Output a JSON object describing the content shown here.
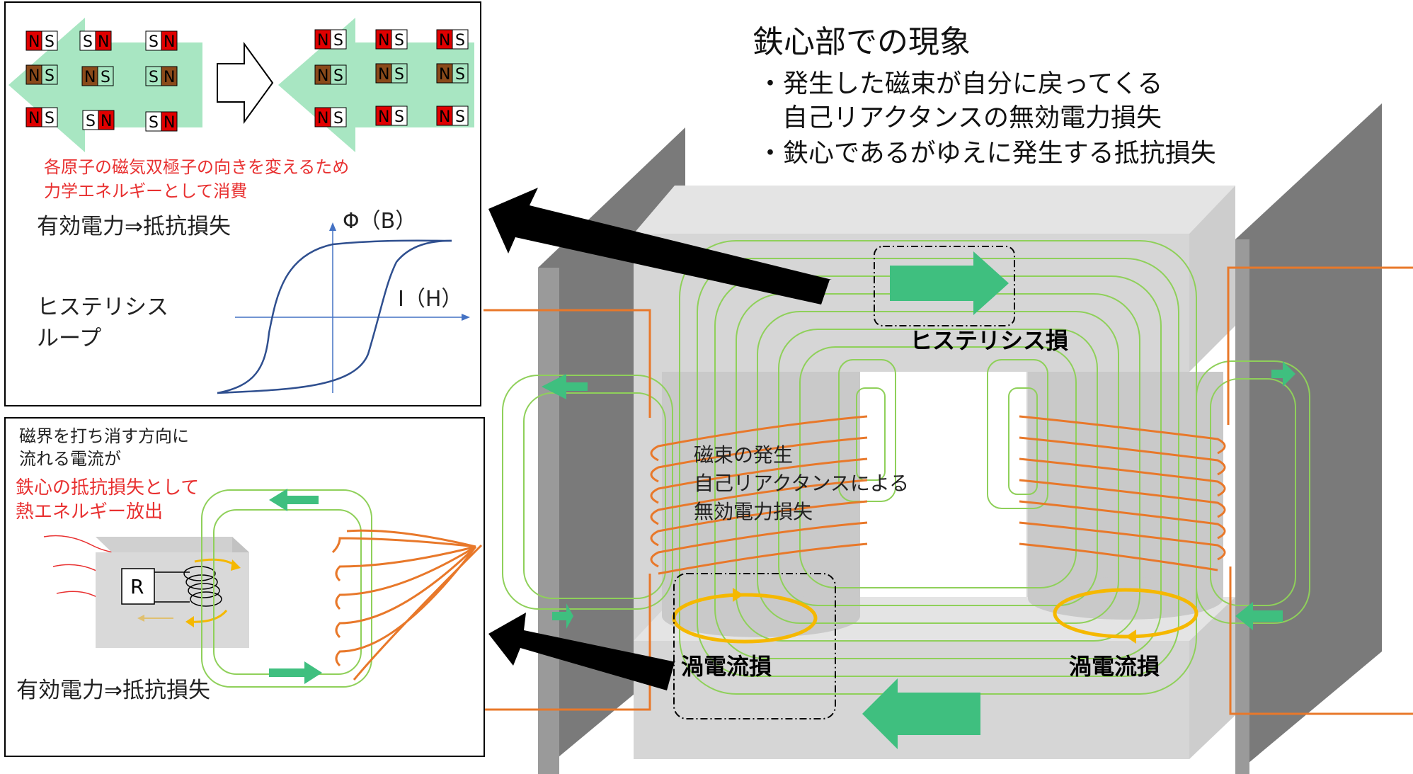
{
  "header": {
    "title": "鉄心部での現象",
    "bullet_1_line_1": "・発生した磁束が自分に戻ってくる",
    "bullet_1_line_2": "自己リアクタンスの無効電力損失",
    "bullet_2": "・鉄心であるがゆえに発生する抵抗損失"
  },
  "hysteresis_panel": {
    "magnets": {
      "n": "N",
      "s": "S"
    },
    "explanation_line_1": "各原子の磁気双極子の向きを変えるため",
    "explanation_line_2": "力学エネルギーとして消費",
    "power_label": "有効電力⇒抵抗損失",
    "y_axis_label": "Φ（B）",
    "x_axis_label": "I（H）",
    "loop_label_line_1": "ヒステリシス",
    "loop_label_line_2": "ループ"
  },
  "eddy_panel": {
    "text_line_1": "磁界を打ち消す方向に",
    "text_line_2": "流れる電流が",
    "red_line_1": "鉄心の抵抗損失として",
    "red_line_2": "熱エネルギー放出",
    "resistor_label": "R",
    "power_label": "有効電力⇒抵抗損失"
  },
  "core_diagram": {
    "hysteresis_loss_label": "ヒステリシス損",
    "eddy_loss_left": "渦電流損",
    "eddy_loss_right": "渦電流損",
    "flux_line_1": "磁束の発生",
    "flux_line_2": "自己リアクタンスによる",
    "flux_line_3": "無効電力損失"
  },
  "colors": {
    "coil_orange": "#e8782a",
    "flux_green": "#8fd05a",
    "arrow_green": "#3fbf7f",
    "eddy_yellow": "#f5b800",
    "red_text": "#e83030",
    "magnet_n_red": "#e00000",
    "magnet_n_brown": "#8a4a1a",
    "panel_arrow_light_green": "#a8e6c2"
  }
}
